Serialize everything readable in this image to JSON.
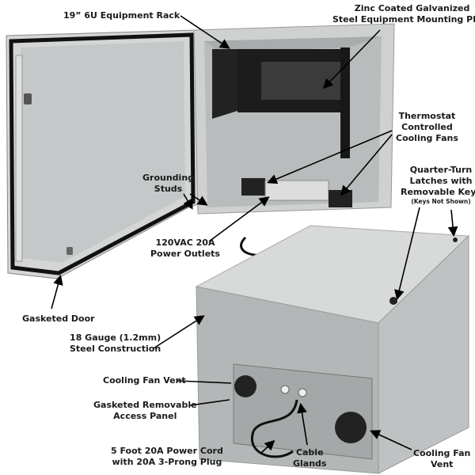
{
  "labels": {
    "rack": "19” 6U Equipment Rack",
    "plate": [
      "Zinc Coated Galvanized",
      "Steel Equipment Mounting Plate"
    ],
    "fans": [
      "Thermostat",
      "Controlled",
      "Cooling Fans"
    ],
    "latches": [
      "Quarter-Turn",
      "Latches with",
      "Removable Keys"
    ],
    "latches_note": "(Keys Not Shown)",
    "grounding": [
      "Grounding",
      "Studs"
    ],
    "outlets": [
      "120VAC 20A",
      "Power Outlets"
    ],
    "door": "Gasketed Door",
    "steel": [
      "18 Gauge (1.2mm)",
      "Steel Construction"
    ],
    "vent_left": "Cooling Fan Vent",
    "panel": [
      "Gasketed Removable",
      "Access Panel"
    ],
    "cord": [
      "5 Foot 20A Power Cord",
      "with 20A 3-Prong Plug"
    ],
    "glands": [
      "Cable",
      "Glands"
    ],
    "vent_right": [
      "Cooling Fan",
      "Vent"
    ]
  },
  "colors": {
    "enclosure": "#c9cbcb",
    "rack": "#1c1c1c",
    "gasket": "#111111"
  }
}
